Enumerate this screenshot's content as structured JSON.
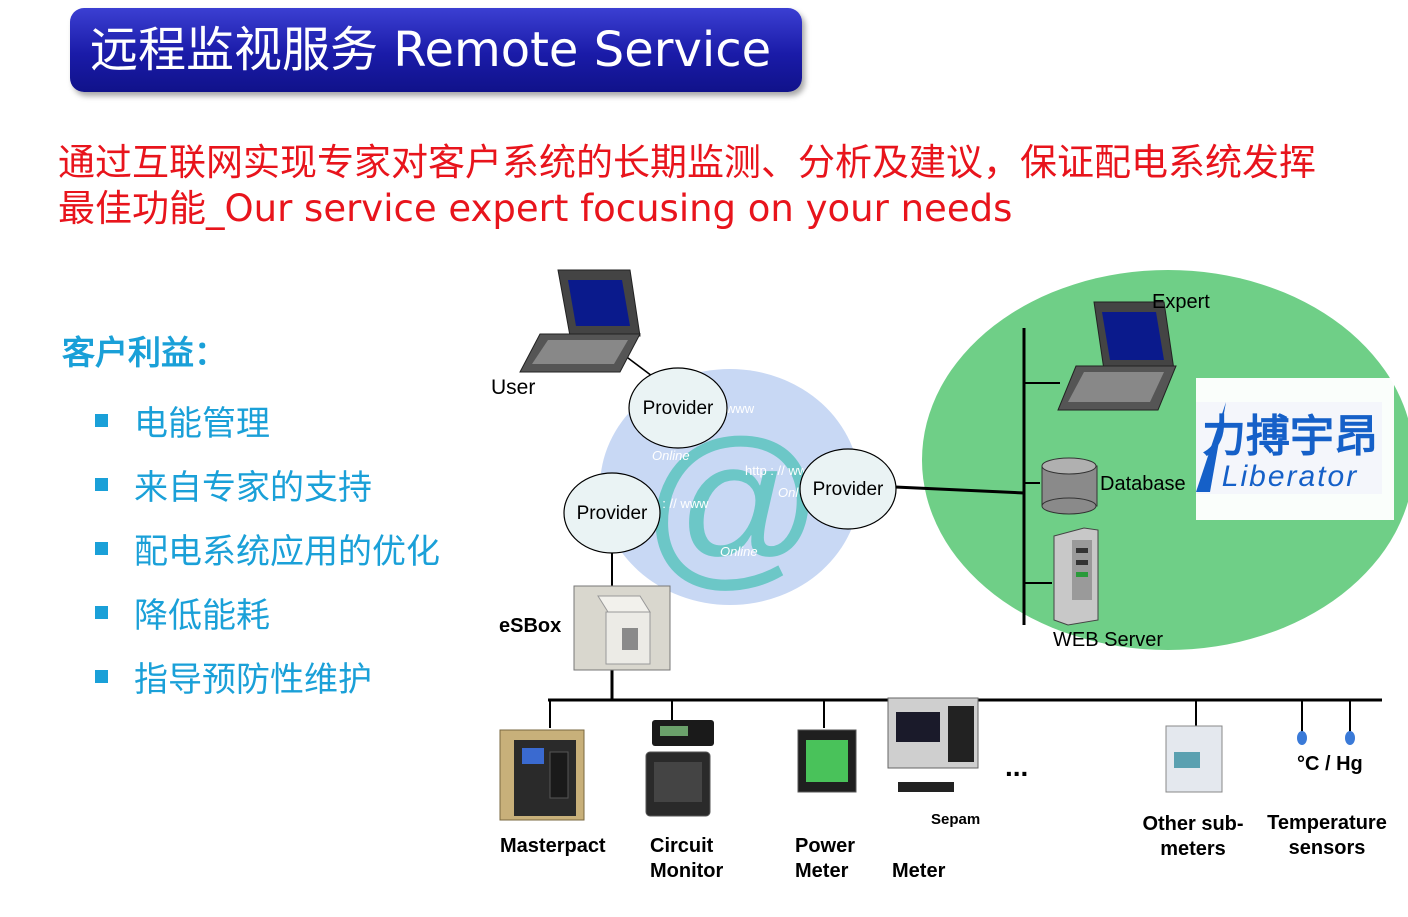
{
  "title": "远程监视服务 Remote Service",
  "subtitle": {
    "line1": "通过互联网实现专家对客户系统的长期监测、分析及建议，保证配电系统发挥",
    "line2": "最佳功能_Our service expert focusing on your needs"
  },
  "benefits": {
    "heading": "客户利益：",
    "items": [
      "电能管理",
      "来自专家的支持",
      "配电系统应用的优化",
      "降低能耗",
      "指导预防性维护"
    ]
  },
  "diagram": {
    "user": "User",
    "provider_1": "Provider",
    "provider_2": "Provider",
    "provider_3": "Provider",
    "internet_texts": [
      "www",
      "Online",
      "http : // www",
      "Onl",
      "http : // www",
      "Online"
    ],
    "esbox": "eSBox",
    "expert": "Expert",
    "database": "Database",
    "web_server": "WEB Server",
    "logo_cn": "力搏宇昂",
    "logo_en": "Liberator",
    "devices": {
      "masterpact": "Masterpact",
      "circuit_1": "Circuit",
      "circuit_2": "Monitor",
      "power_1": "Power",
      "power_2": "Meter",
      "sepam": "Sepam",
      "meter": "Meter",
      "ellipsis": "...",
      "other_1": "Other sub-",
      "other_2": "meters",
      "hg": "°C / Hg",
      "temp_1": "Temperature",
      "temp_2": "sensors"
    }
  },
  "colors": {
    "title_bg": "#1a1ba8",
    "subtitle": "#e8141c",
    "benefits": "#1aa0d8",
    "expert_zone": "#6fcf87",
    "internet_halo": "#c8d8f4",
    "at_sign": "#6cc7c7"
  }
}
